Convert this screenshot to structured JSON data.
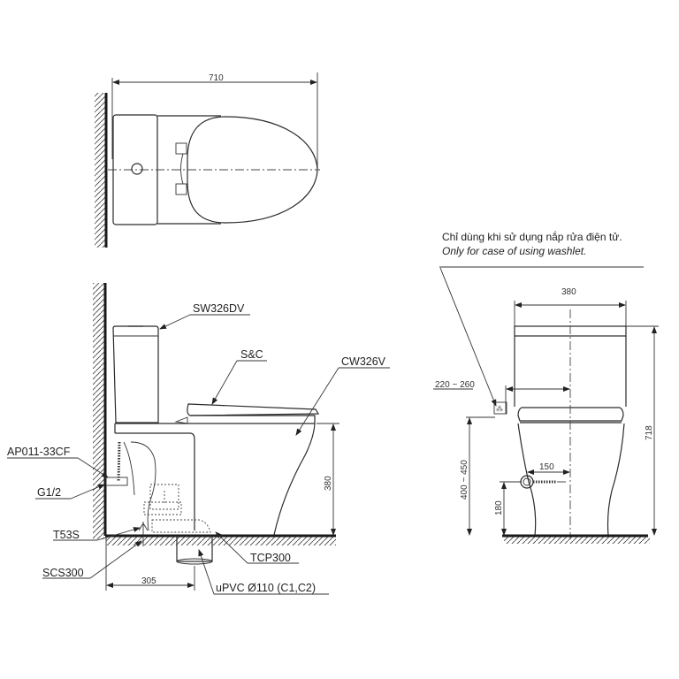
{
  "drawing": {
    "type": "toilet installation technical drawing",
    "views": [
      "top-view",
      "side-view",
      "front-view"
    ]
  },
  "top_view": {
    "width_dimension": "710"
  },
  "side_view": {
    "labels": {
      "tank": "SW326DV",
      "seat": "S&C",
      "bowl": "CW326V",
      "hose": "AP011-33CF",
      "inlet": "G1/2",
      "bolt": "T53S",
      "screw": "SCS300",
      "flange": "TCP300",
      "drain": "uPVC Ø110 (C1,C2)"
    },
    "dimensions": {
      "rough_in": "305",
      "bowl_height": "380"
    }
  },
  "front_view": {
    "note_vi": "Chỉ dùng khi sử dụng nắp rửa điện tử.",
    "note_en": "Only for case of using washlet.",
    "dimensions": {
      "width": "380",
      "outlet_offset": "220 ~ 260",
      "outlet_height": "400 ~ 450",
      "supply_offset": "150",
      "supply_height": "180",
      "total_height": "718"
    }
  }
}
